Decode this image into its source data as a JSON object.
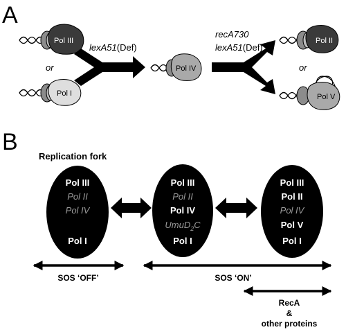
{
  "panel_a": {
    "label": "A",
    "left_complexes": [
      {
        "pol": "Pol III"
      },
      {
        "pol": "Pol I"
      }
    ],
    "or_left": "or",
    "mutation1": {
      "gene": "lexA51",
      "suffix": "(Def)"
    },
    "middle_complex": {
      "pol": "Pol IV"
    },
    "mutation2": {
      "line1": "recA730",
      "line2_gene": "lexA51",
      "line2_suffix": "(Def)"
    },
    "right_complexes": [
      {
        "pol": "Pol II"
      },
      {
        "pol": "Pol V"
      }
    ],
    "or_right": "or"
  },
  "panel_b": {
    "label": "B",
    "fork_label": "Replication fork",
    "ovals": [
      {
        "lines": [
          {
            "text": "Pol III",
            "style": "bold"
          },
          {
            "text": "Pol II",
            "style": "italic"
          },
          {
            "text": "Pol IV",
            "style": "italic"
          },
          {
            "text": "",
            "style": "blank"
          },
          {
            "text": "Pol I",
            "style": "bold"
          }
        ]
      },
      {
        "lines": [
          {
            "text": "Pol III",
            "style": "bold"
          },
          {
            "text": "Pol II",
            "style": "italic"
          },
          {
            "text": "Pol IV",
            "style": "bold"
          },
          {
            "text": "UmuD",
            "sub": "2",
            "tail": "C",
            "style": "italic"
          },
          {
            "text": "Pol I",
            "style": "bold"
          }
        ]
      },
      {
        "lines": [
          {
            "text": "Pol III",
            "style": "bold"
          },
          {
            "text": "Pol II",
            "style": "bold"
          },
          {
            "text": "Pol IV",
            "style": "italic"
          },
          {
            "text": "Pol V",
            "style": "bold"
          },
          {
            "text": "Pol I",
            "style": "bold"
          }
        ]
      }
    ],
    "sos_off": "SOS ‘OFF’",
    "sos_on": "SOS ‘ON’",
    "reca_lines": [
      "RecA",
      "&",
      "other proteins"
    ]
  },
  "colors": {
    "black": "#000000",
    "pol_dark": "#3a3a3a",
    "pol_light": "#dedede",
    "pol_mid": "#a9a9a9",
    "clamp": "#8c8c8c",
    "italic_gray": "#9a9a9a",
    "white": "#ffffff"
  }
}
